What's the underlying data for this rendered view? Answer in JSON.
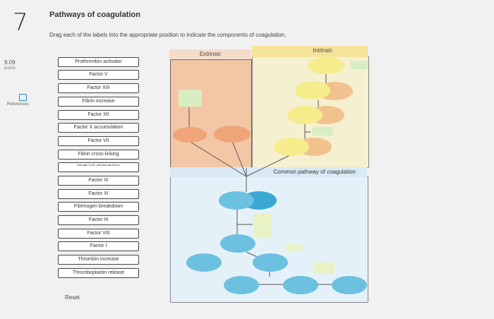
{
  "question": {
    "number": "7",
    "points_value": "9.09",
    "points_label": "points",
    "references_label": "References",
    "title": "Pathways of coagulation",
    "instruction": "Drag each of the labels into the appropriate position to indicate the components of coagulation."
  },
  "labels": [
    "Prothrombin activator",
    "Factor V",
    "Factor XIII",
    "Fibrin increase",
    "Factor XII",
    "Factor X accumulation",
    "Factor VII",
    "Fibrin cross-linking",
    "Damage to the perivascular tissue",
    "Factor IX",
    "Factor XI",
    "Fibrinogen breakdown",
    "Factor III",
    "Factor VIII",
    "Factor I",
    "Thrombin increase",
    "Thromboplastin release"
  ],
  "reset_label": "Reset",
  "diagram": {
    "extrinsic_label": "Extrinsic",
    "intrinsic_label": "Intrinsic",
    "common_label": "Common pathway of coagulation",
    "colors": {
      "extrinsic_bg": "#f3c6a6",
      "intrinsic_bg": "#f5f0cf",
      "common_bg": "#e5f1f8",
      "yellow_oval": "#f7ec8c",
      "orange_oval": "#f2c28e",
      "salmon_oval": "#f0a47a",
      "green_rect": "#d8eec2",
      "blue_oval": "#5fb9dc"
    }
  }
}
